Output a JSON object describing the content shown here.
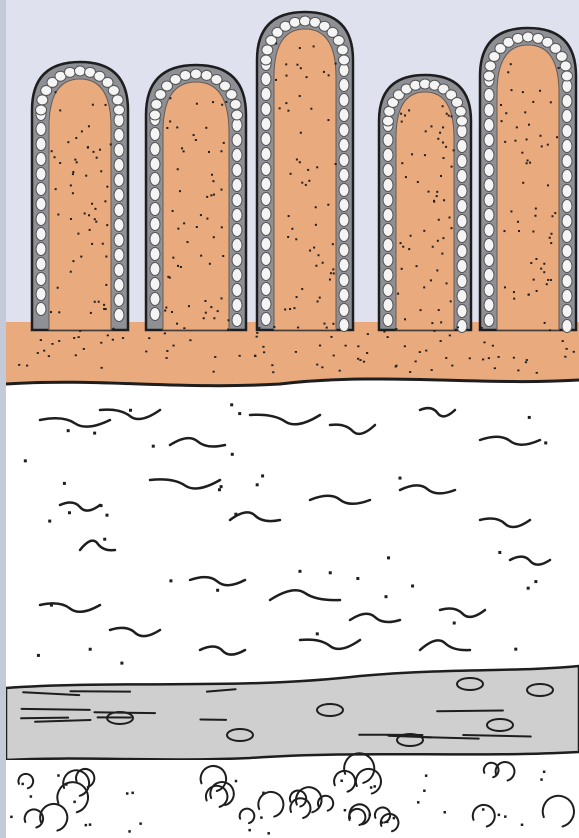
{
  "figure": {
    "subject": "intestinal-wall-cross-section",
    "layers": [
      {
        "id": "lumen",
        "role": "background-above-villi"
      },
      {
        "id": "villi",
        "count": 5
      },
      {
        "id": "lamina-propria"
      },
      {
        "id": "submucosa"
      },
      {
        "id": "muscularis"
      },
      {
        "id": "serosa"
      }
    ],
    "colors": {
      "lumen": "#dfe2ee",
      "epithelium": "#8e9096",
      "epithelial_cell": "#f4f4f4",
      "lamina_propria": "#e9aa7e",
      "submucosa": "#ffffff",
      "muscularis": "#cfcfcf",
      "serosa": "#ffffff",
      "ink": "#1e1e1e",
      "frame": "#c5cad8"
    }
  }
}
